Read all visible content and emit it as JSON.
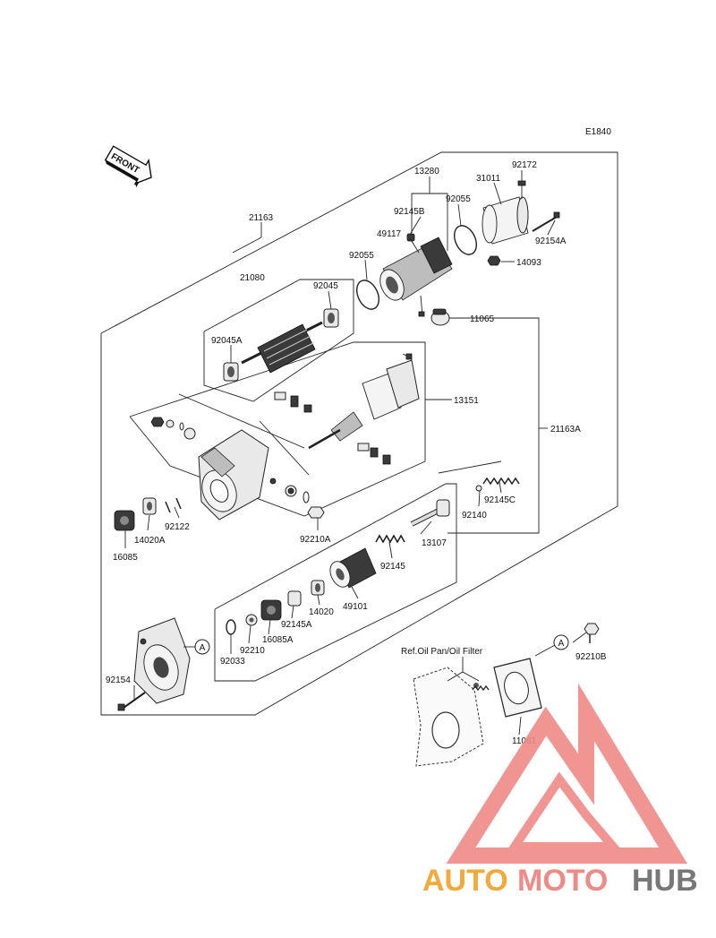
{
  "diagram": {
    "code": "E1840",
    "front_label": "FRONT",
    "ref_note": "Ref.Oil Pan/Oil Filter",
    "callout_letter": "A",
    "labels": {
      "p21163": "21163",
      "p21163A": "21163A",
      "p13280": "13280",
      "p92172": "92172",
      "p31011": "31011",
      "p92145B": "92145B",
      "p92055a": "92055",
      "p92055b": "92055",
      "p49117": "49117",
      "p92154A": "92154A",
      "p14093": "14093",
      "p11065": "11065",
      "p21080": "21080",
      "p92045": "92045",
      "p92045A": "92045A",
      "p13151": "13151",
      "p92122": "92122",
      "p14020A": "14020A",
      "p16085": "16085",
      "p92210A": "92210A",
      "p92140": "92140",
      "p92145C": "92145C",
      "p13107": "13107",
      "p92145": "92145",
      "p49101": "49101",
      "p14020": "14020",
      "p92145A": "92145A",
      "p16085A": "16085A",
      "p92210": "92210",
      "p92033": "92033",
      "p92154": "92154",
      "p92210B": "92210B",
      "p11061": "11061"
    }
  },
  "watermark": {
    "part1": "AUTO",
    "part2": "MOTO",
    "part3": "HUB",
    "colors": {
      "auto": "#f4a93a",
      "moto": "#ef8a86",
      "hub": "#777777",
      "triangle": "#ef8a86"
    }
  }
}
